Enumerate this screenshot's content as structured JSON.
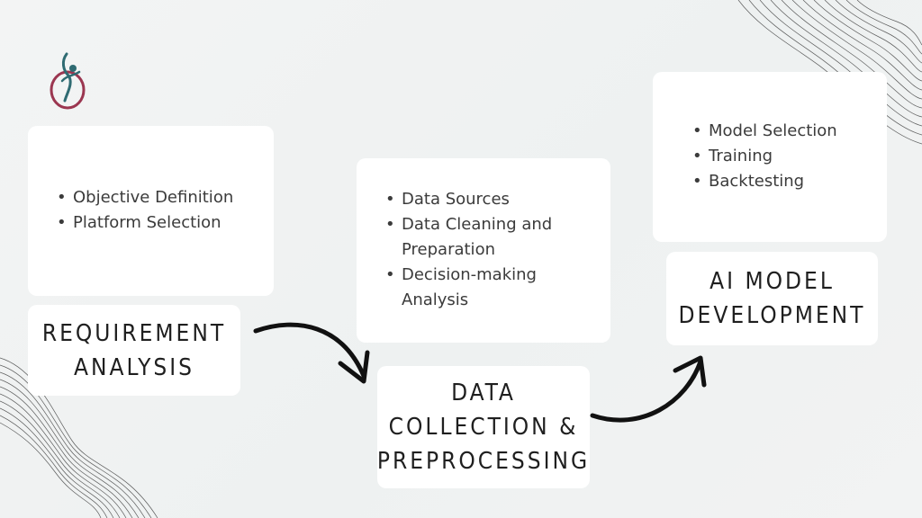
{
  "colors": {
    "logo_ring": "#9b3650",
    "logo_figure": "#2f6b72",
    "arrow": "#111111",
    "card": "#ffffff"
  },
  "logo": {
    "icon": "person-in-circle-logo"
  },
  "stages": [
    {
      "title_lines": [
        "REQUIREMENT",
        "ANALYSIS"
      ],
      "bullets": [
        "Objective Definition",
        "Platform Selection"
      ]
    },
    {
      "title_lines": [
        "DATA",
        "COLLECTION &",
        "PREPROCESSING"
      ],
      "bullets": [
        "Data Sources",
        "Data Cleaning and Preparation",
        "Decision-making Analysis"
      ]
    },
    {
      "title_lines": [
        "AI MODEL",
        "DEVELOPMENT"
      ],
      "bullets": [
        "Model Selection",
        "Training",
        "Backtesting"
      ]
    }
  ]
}
